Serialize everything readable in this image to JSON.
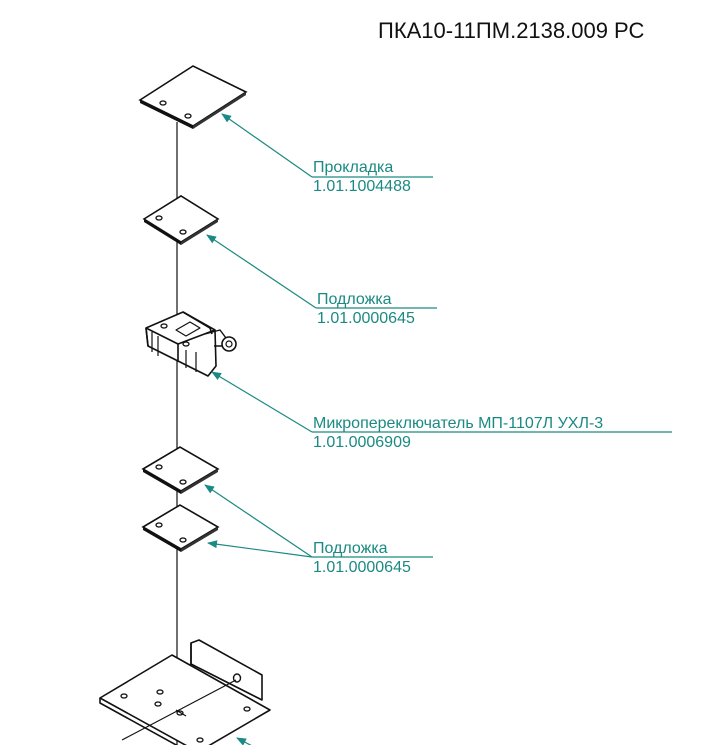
{
  "document": {
    "code": "ПКА10-11ПМ.2138.009 РС"
  },
  "callouts": [
    {
      "name": "Прокладка",
      "number": "1.01.1004488"
    },
    {
      "name": "Подложка",
      "number": "1.01.0000645"
    },
    {
      "name": "Микропереключатель МП-1107Л УХЛ-3",
      "number": "1.01.0006909"
    },
    {
      "name": "Подложка",
      "number": "1.01.0000645"
    }
  ],
  "colors": {
    "leader": "#1a8a83",
    "outline": "#111111",
    "background": "#ffffff"
  }
}
